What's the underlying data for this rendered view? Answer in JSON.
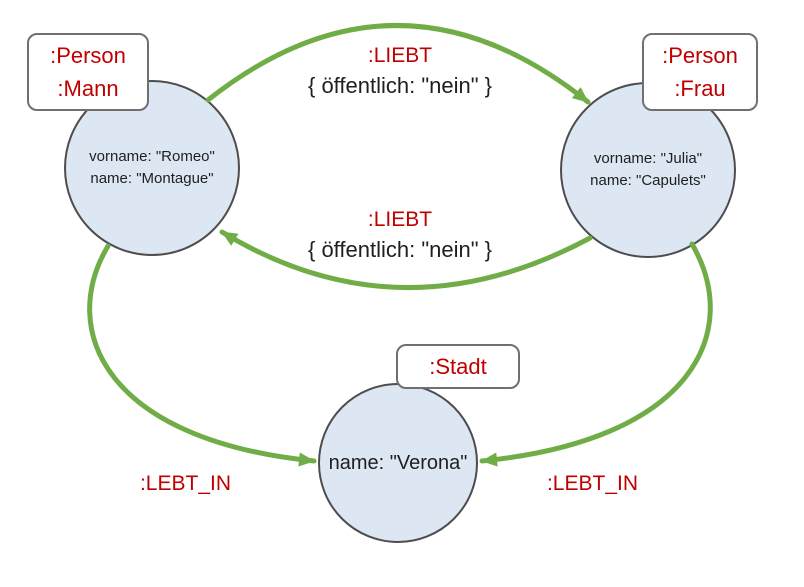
{
  "colors": {
    "node_fill": "#dce7f3",
    "node_border": "#4d4d4d",
    "edge_green": "#70ad47",
    "label_red": "#c00000",
    "box_border": "#707070",
    "text_dark": "#1f1f1f"
  },
  "nodes": {
    "romeo": {
      "labels": [
        ":Person",
        ":Mann"
      ],
      "properties": [
        "vorname: \"Romeo\"",
        "name: \"Montague\""
      ]
    },
    "julia": {
      "labels": [
        ":Person",
        ":Frau"
      ],
      "properties": [
        "vorname: \"Julia\"",
        "name: \"Capulets\""
      ]
    },
    "verona": {
      "labels": [
        ":Stadt"
      ],
      "properties": [
        "name: \"Verona\""
      ]
    }
  },
  "edges": {
    "liebt_top": {
      "label": ":LIEBT",
      "properties": "{ öffentlich: \"nein\" }",
      "direction": "romeo → julia"
    },
    "liebt_bottom": {
      "label": ":LIEBT",
      "properties": "{ öffentlich: \"nein\" }",
      "direction": "julia → romeo"
    },
    "lebt_in_left": {
      "label": ":LEBT_IN",
      "direction": "romeo → verona"
    },
    "lebt_in_right": {
      "label": ":LEBT_IN",
      "direction": "julia → verona"
    }
  }
}
